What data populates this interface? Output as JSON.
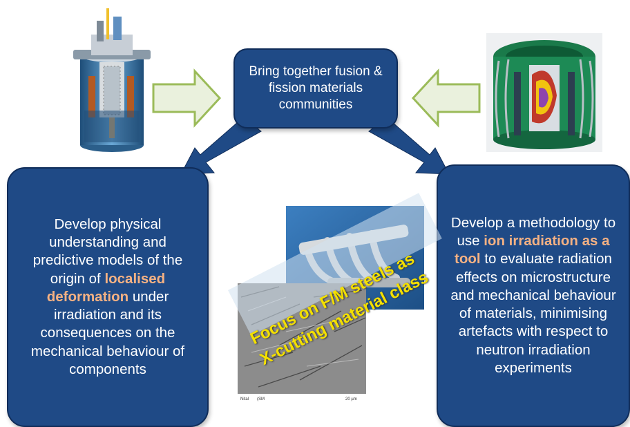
{
  "top_box": {
    "text": "Bring together fusion & fission materials communities"
  },
  "left_box": {
    "text_before": "Develop physical understanding and predictive models of the origin of ",
    "highlight": "localised deformation",
    "text_after": " under irradiation and its consequences on the mechanical behaviour of components"
  },
  "right_box": {
    "text_before": "Develop a methodology to use ",
    "highlight": "ion irradiation as a tool",
    "text_after": " to evaluate radiation effects on microstructure and mechanical behaviour of materials, minimising artefacts with respect to neutron irradiation experiments"
  },
  "overlay": {
    "line1": "Focus on F/M steels as",
    "line2": "X-cutting material class"
  },
  "micrograph_caption": {
    "left": "Nital",
    "mid": "(SM",
    "right": "20 µm"
  },
  "colors": {
    "box_fill": "#1f4a86",
    "highlight": "#f4b183",
    "arrow_green": "#9bbb59",
    "arrow_fill": "#eaf1dd",
    "overlay_text": "#f4e000"
  }
}
